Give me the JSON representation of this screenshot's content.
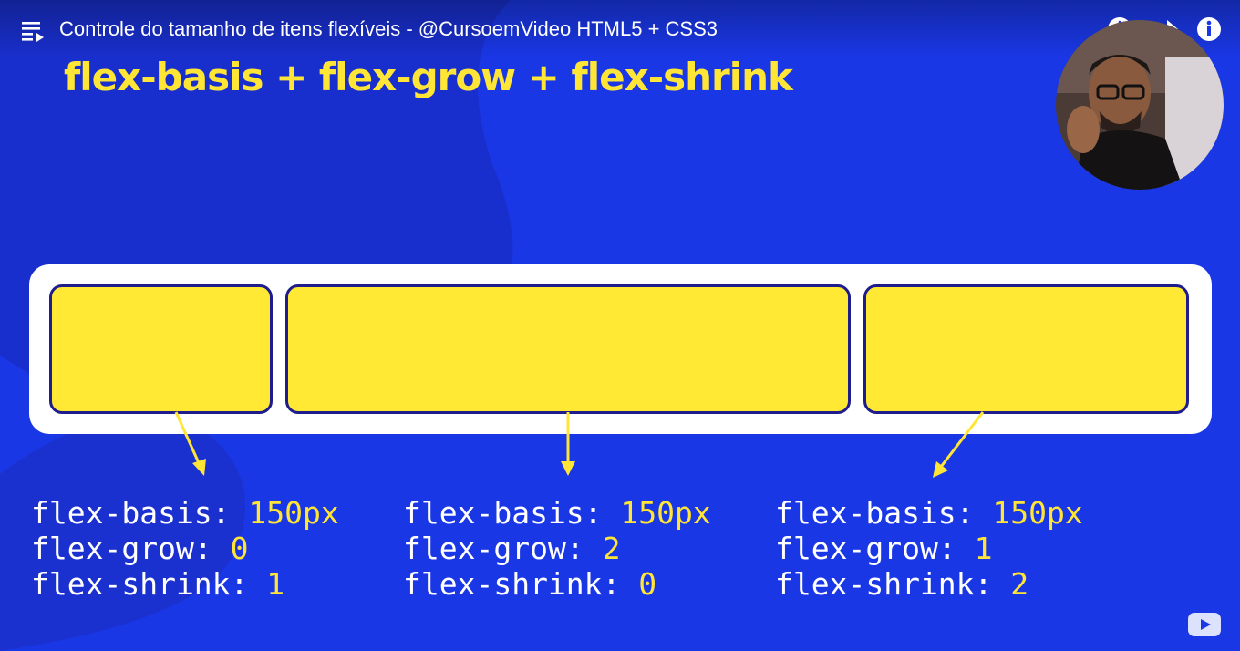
{
  "player": {
    "video_title": "Controle do tamanho de itens flexíveis - @CursoemVideo HTML5 + CSS3",
    "icons": {
      "playlist": "playlist-icon",
      "watch_later": "clock-icon",
      "share": "share-icon",
      "info": "info-icon",
      "youtube": "youtube-logo"
    }
  },
  "slide": {
    "heading": "flex-basis + flex-grow + flex-shrink",
    "colors": {
      "background": "#1a37e6",
      "accent": "#ffe535",
      "box_border": "#1f1d8c",
      "container": "#ffffff"
    },
    "items": [
      {
        "basis_prop": "flex-basis:",
        "basis_val": "150px",
        "grow_prop": "flex-grow:",
        "grow_val": "0",
        "shrink_prop": "flex-shrink:",
        "shrink_val": "1"
      },
      {
        "basis_prop": "flex-basis:",
        "basis_val": "150px",
        "grow_prop": "flex-grow:",
        "grow_val": "2",
        "shrink_prop": "flex-shrink:",
        "shrink_val": "0"
      },
      {
        "basis_prop": "flex-basis:",
        "basis_val": "150px",
        "grow_prop": "flex-grow:",
        "grow_val": "1",
        "shrink_prop": "flex-shrink:",
        "shrink_val": "2"
      }
    ]
  }
}
